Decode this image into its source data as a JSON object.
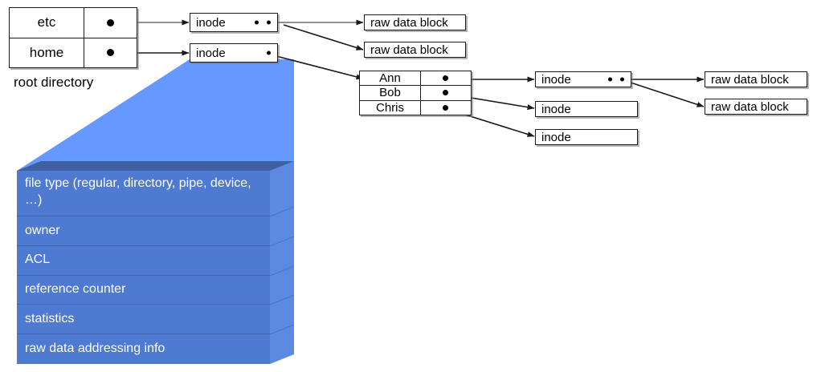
{
  "diagram": {
    "title": "Unix inode / directory structure diagram",
    "colors": {
      "wedge_blue": "#6699ff",
      "box_front_blue": "#4f7ad1",
      "box_top_blue": "#3f5fa3",
      "box_side_blue": "#5b8ae0",
      "line": "#1a1a1a",
      "box_fill": "#ffffff"
    }
  },
  "root_directory": {
    "caption": "root directory",
    "rows": [
      {
        "name": "etc",
        "pointer": "•"
      },
      {
        "name": "home",
        "pointer": "•"
      }
    ]
  },
  "home_directory": {
    "rows": [
      {
        "name": "Ann",
        "pointer": "•"
      },
      {
        "name": "Bob",
        "pointer": "•"
      },
      {
        "name": "Chris",
        "pointer": "•"
      }
    ]
  },
  "inodes": {
    "etc_inode": {
      "label": "inode",
      "pointer_count": 2
    },
    "home_inode": {
      "label": "inode",
      "pointer_count": 1
    },
    "ann_inode": {
      "label": "inode",
      "pointer_count": 2
    },
    "bob_inode": {
      "label": "inode",
      "pointer_count": 0
    },
    "chris_inode": {
      "label": "inode",
      "pointer_count": 0
    }
  },
  "data_blocks": {
    "etc_block_1": "raw data block",
    "etc_block_2": "raw data block",
    "ann_block_1": "raw data block",
    "ann_block_2": "raw data block"
  },
  "inode_detail": {
    "fields": [
      "file type (regular, directory, pipe, device, …)",
      "owner",
      "ACL",
      "reference counter",
      "statistics",
      "raw data addressing info"
    ]
  }
}
